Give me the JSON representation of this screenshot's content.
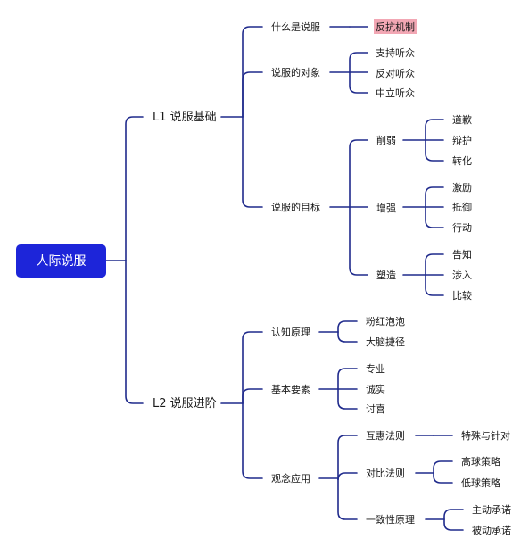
{
  "mindmap": {
    "root": "人际说服",
    "accent_color": "#1d25d9",
    "line_color": "#1f2a8c",
    "highlight_color": "#f2a7b4",
    "branches": [
      {
        "label": "L1 说服基础",
        "children": [
          {
            "label": "什么是说服",
            "children": [
              {
                "label": "反抗机制",
                "highlight": true
              }
            ]
          },
          {
            "label": "说服的对象",
            "children": [
              {
                "label": "支持听众"
              },
              {
                "label": "反对听众"
              },
              {
                "label": "中立听众"
              }
            ]
          },
          {
            "label": "说服的目标",
            "children": [
              {
                "label": "削弱",
                "children": [
                  {
                    "label": "道歉"
                  },
                  {
                    "label": "辩护"
                  },
                  {
                    "label": "转化"
                  }
                ]
              },
              {
                "label": "增强",
                "children": [
                  {
                    "label": "激励"
                  },
                  {
                    "label": "抵御"
                  },
                  {
                    "label": "行动"
                  }
                ]
              },
              {
                "label": "塑造",
                "children": [
                  {
                    "label": "告知"
                  },
                  {
                    "label": "涉入"
                  },
                  {
                    "label": "比较"
                  }
                ]
              }
            ]
          }
        ]
      },
      {
        "label": "L2 说服进阶",
        "children": [
          {
            "label": "认知原理",
            "children": [
              {
                "label": "粉红泡泡"
              },
              {
                "label": "大脑捷径"
              }
            ]
          },
          {
            "label": "基本要素",
            "children": [
              {
                "label": "专业"
              },
              {
                "label": "诚实"
              },
              {
                "label": "讨喜"
              }
            ]
          },
          {
            "label": "观念应用",
            "children": [
              {
                "label": "互惠法则",
                "children": [
                  {
                    "label": "特殊与针对"
                  }
                ]
              },
              {
                "label": "对比法则",
                "children": [
                  {
                    "label": "高球策略"
                  },
                  {
                    "label": "低球策略"
                  }
                ]
              },
              {
                "label": "一致性原理",
                "children": [
                  {
                    "label": "主动承诺"
                  },
                  {
                    "label": "被动承诺"
                  }
                ]
              }
            ]
          }
        ]
      }
    ]
  }
}
